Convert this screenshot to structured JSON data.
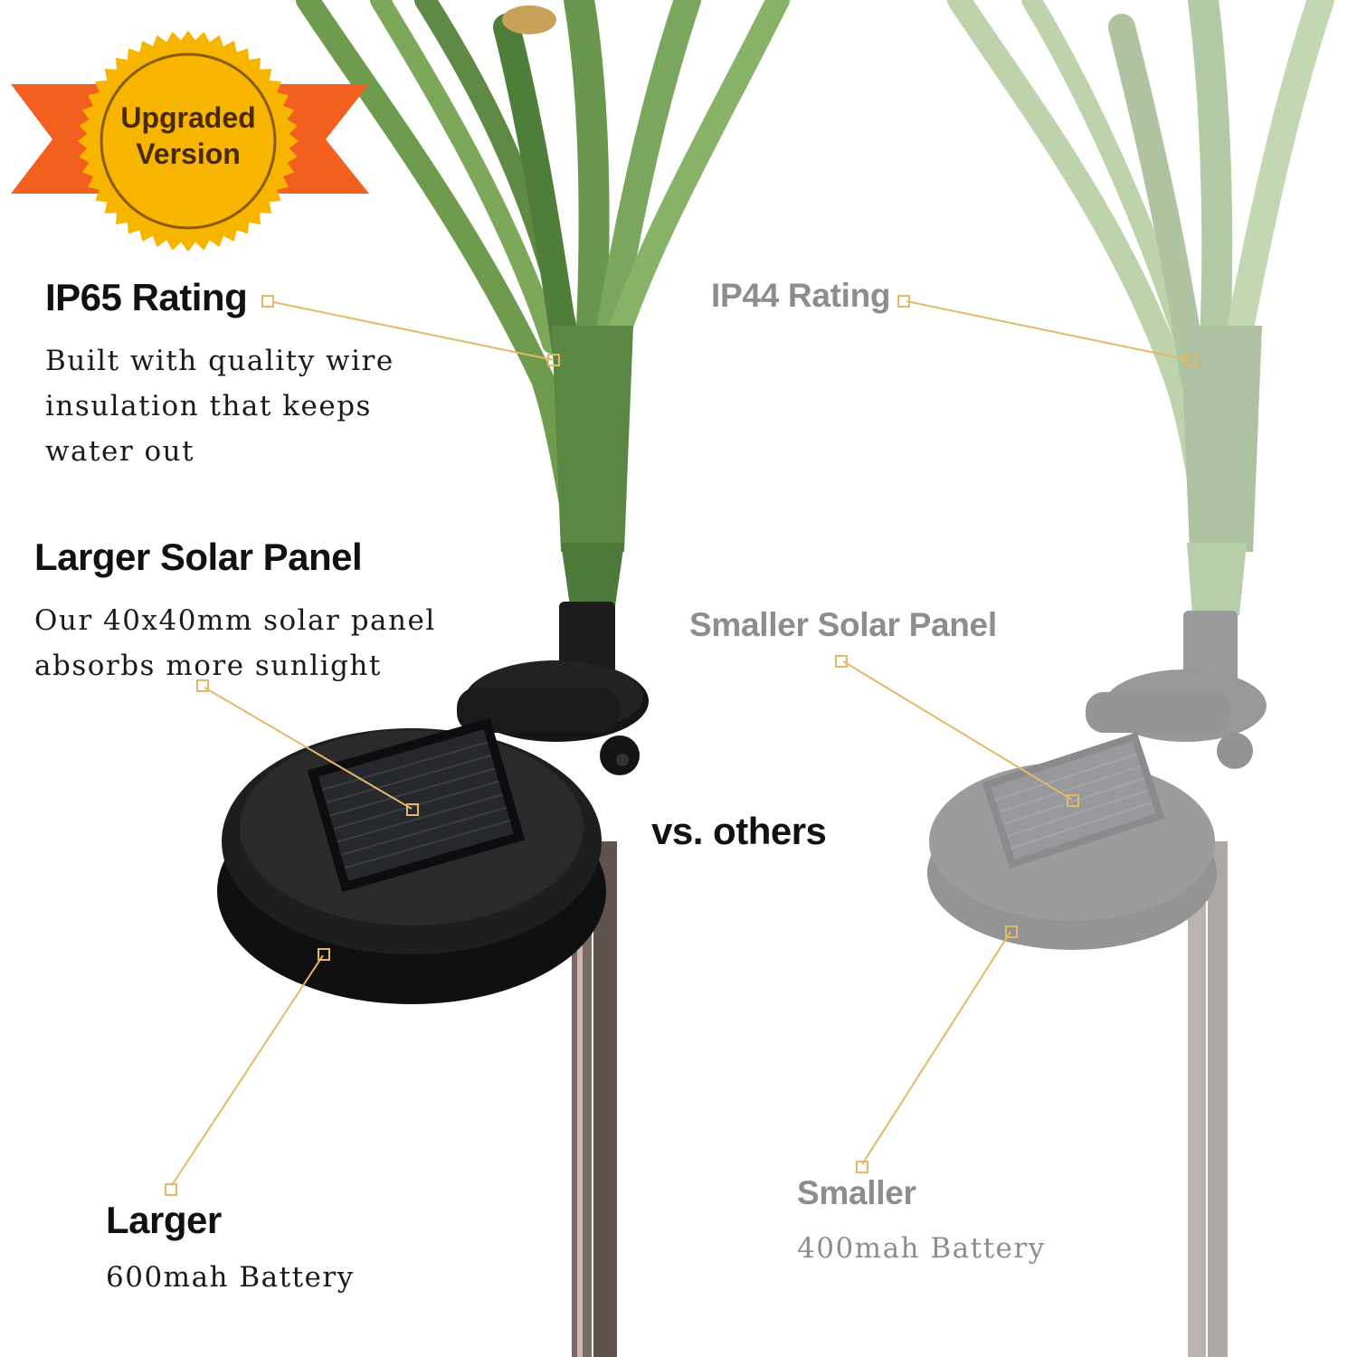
{
  "badge": {
    "line1": "Upgraded",
    "line2": "Version"
  },
  "left": {
    "rating_title": "IP65 Rating",
    "rating_desc": [
      "Built with quality wire",
      "insulation that keeps",
      "water out"
    ],
    "panel_title": "Larger Solar Panel",
    "panel_desc": [
      "Our 40x40mm solar panel",
      "absorbs more sunlight"
    ],
    "battery_title": "Larger",
    "battery_desc": "600mah Battery"
  },
  "vs_label": "vs. others",
  "right": {
    "rating_title": "IP44 Rating",
    "panel_title": "Smaller Solar Panel",
    "battery_title": "Smaller",
    "battery_desc": "400mah Battery"
  },
  "colors": {
    "ribbon": "#f25f1f",
    "seal": "#f7b500",
    "callout": "#e8b65a",
    "stem_green": "#5f8a45",
    "product_dark": "#1b1b1b"
  }
}
